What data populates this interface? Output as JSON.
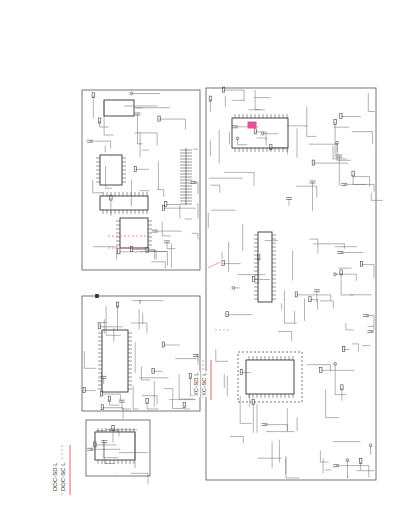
{
  "diagram": {
    "labels": [
      "DOC-SD L",
      "DOC-SC L",
      "XC-SD L",
      "XC-SC L"
    ]
  }
}
